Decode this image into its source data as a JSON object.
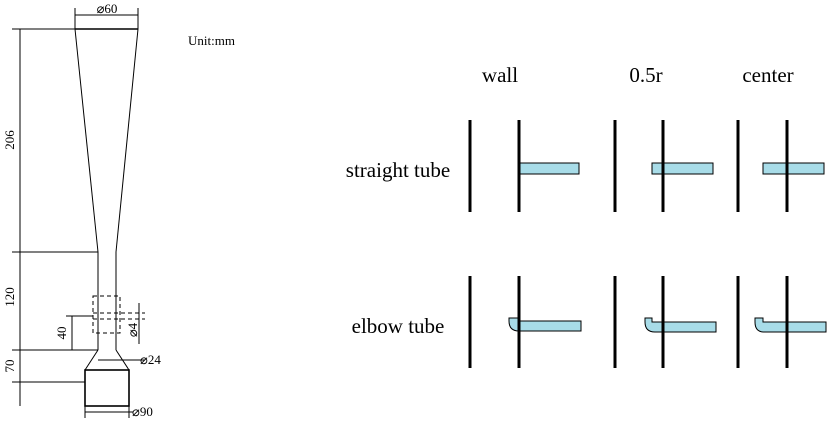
{
  "unit_label": "Unit:mm",
  "dimensions": {
    "top_diameter": "⌀60",
    "upper_length": "206",
    "middle_length": "120",
    "probe_offset": "40",
    "probe_diameter": "⌀4",
    "throat_diameter": "⌀24",
    "bottom_length": "70",
    "bottom_diameter": "⌀90"
  },
  "positions": [
    "wall",
    "0.5r",
    "center"
  ],
  "rows": [
    "straight tube",
    "elbow tube"
  ],
  "colors": {
    "probe_fill": "#a8dce8",
    "line": "#000000"
  }
}
